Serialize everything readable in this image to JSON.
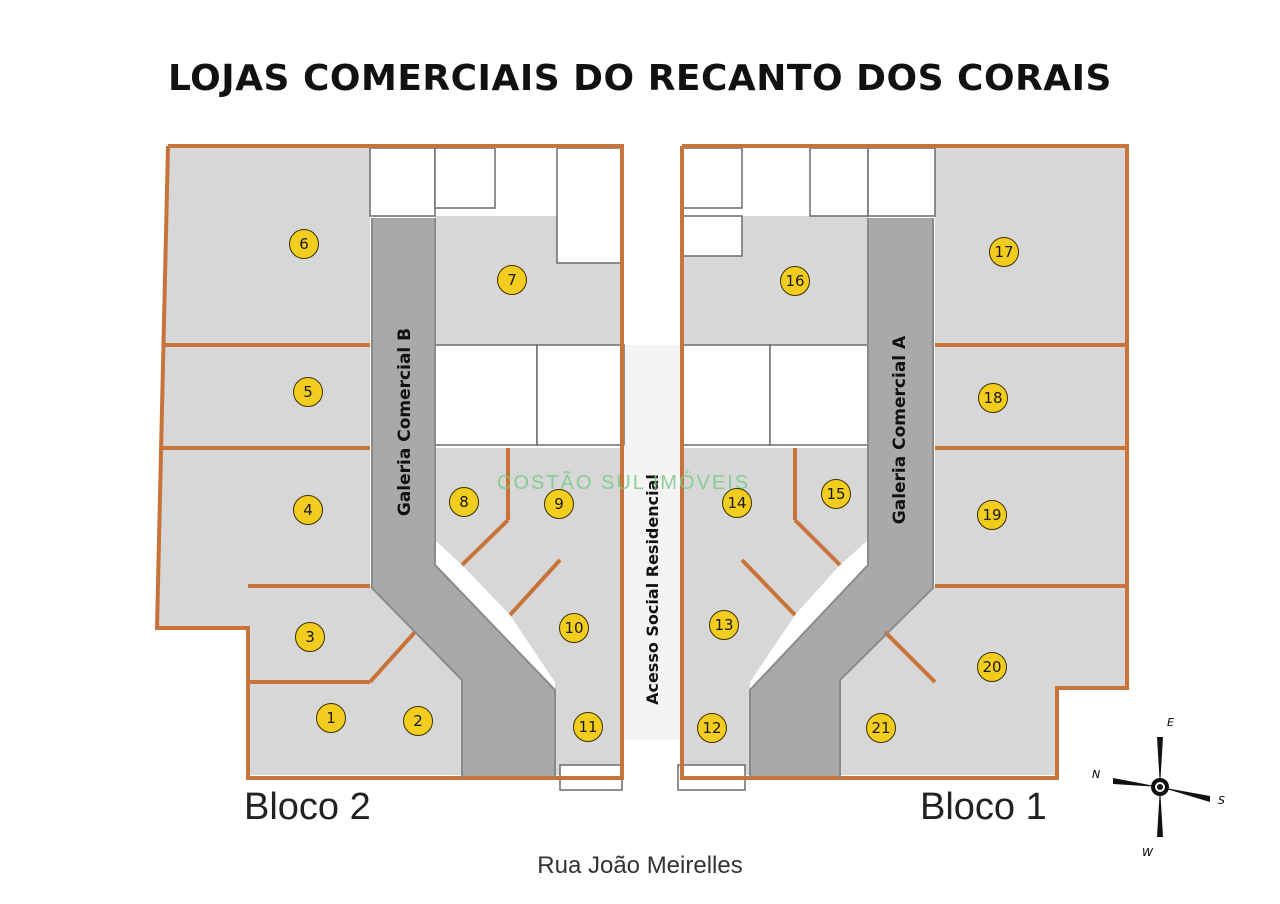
{
  "title": "LOJAS COMERCIAIS DO RECANTO DOS CORAIS",
  "blocks": {
    "left": "Bloco 2",
    "right": "Bloco 1"
  },
  "street": "Rua João Meirelles",
  "corridors": {
    "gallery_b": "Galeria Comercial B",
    "gallery_a": "Galeria Comercial A",
    "residential": "Acesso Social Residencial"
  },
  "watermark": "COSTÃO SUL IMÓVEIS",
  "compass": {
    "n": "N",
    "s": "S",
    "e": "E",
    "w": "W"
  },
  "stores": [
    "1",
    "2",
    "3",
    "4",
    "5",
    "6",
    "7",
    "8",
    "9",
    "10",
    "11",
    "12",
    "13",
    "14",
    "15",
    "16",
    "17",
    "18",
    "19",
    "20",
    "21"
  ],
  "colors": {
    "wall": "#c8733a",
    "floor": "#d7d7d7",
    "corridor": "#a9a9a9",
    "badge": "#f2cc1f",
    "badge_stroke": "#3a3000"
  }
}
